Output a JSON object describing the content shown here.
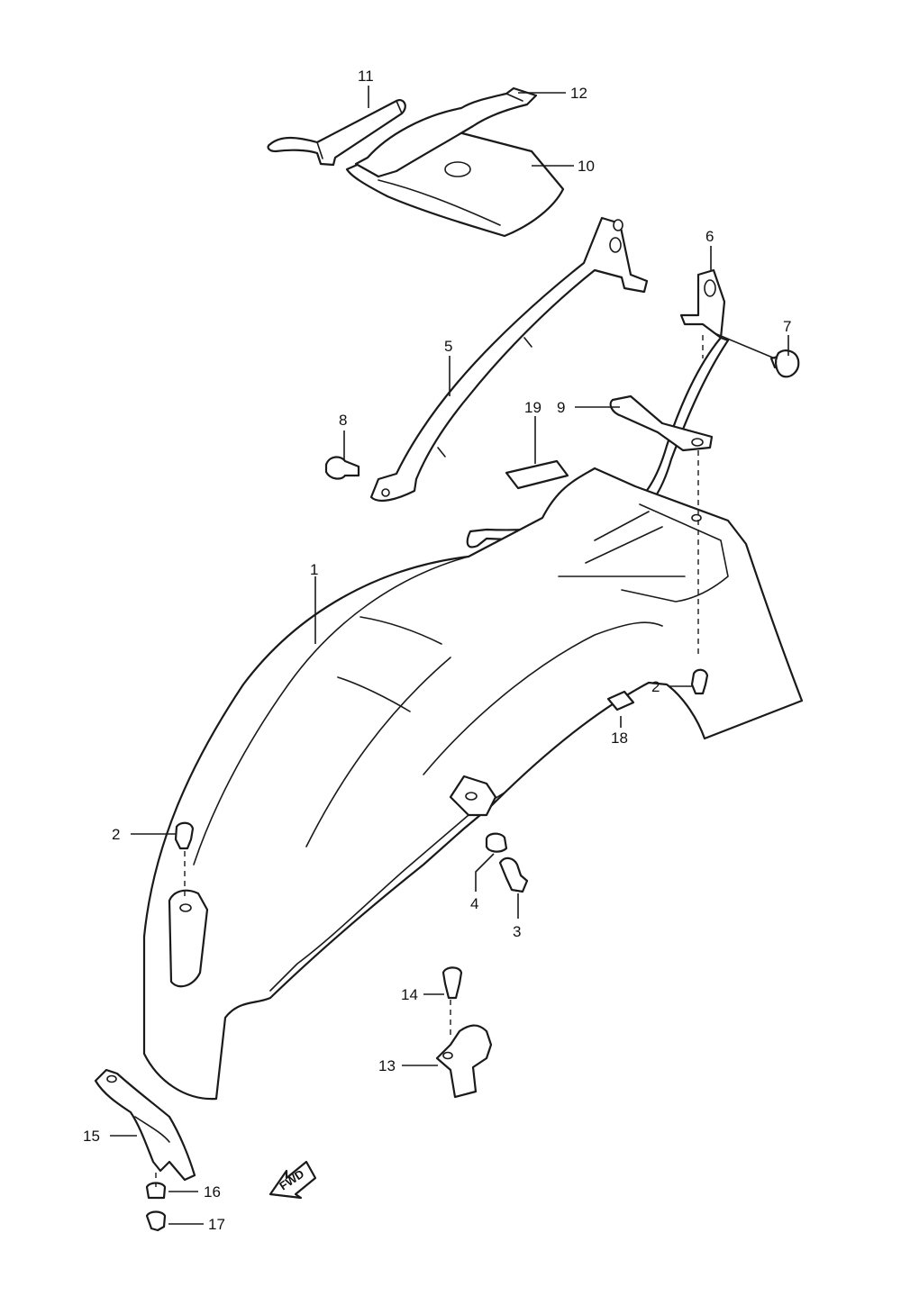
{
  "colors": {
    "ink": "#1a1a1a",
    "background": "#ffffff"
  },
  "callouts": {
    "c1": "1",
    "c2a": "2",
    "c2b": "2",
    "c3": "3",
    "c4": "4",
    "c5": "5",
    "c6": "6",
    "c7": "7",
    "c8": "8",
    "c9": "9",
    "c10": "10",
    "c11": "11",
    "c12": "12",
    "c13": "13",
    "c14": "14",
    "c15": "15",
    "c16": "16",
    "c17": "17",
    "c18": "18",
    "c19": "19"
  },
  "direction_arrow": {
    "label": "FWD",
    "icon": "forward-direction-arrow-icon"
  }
}
